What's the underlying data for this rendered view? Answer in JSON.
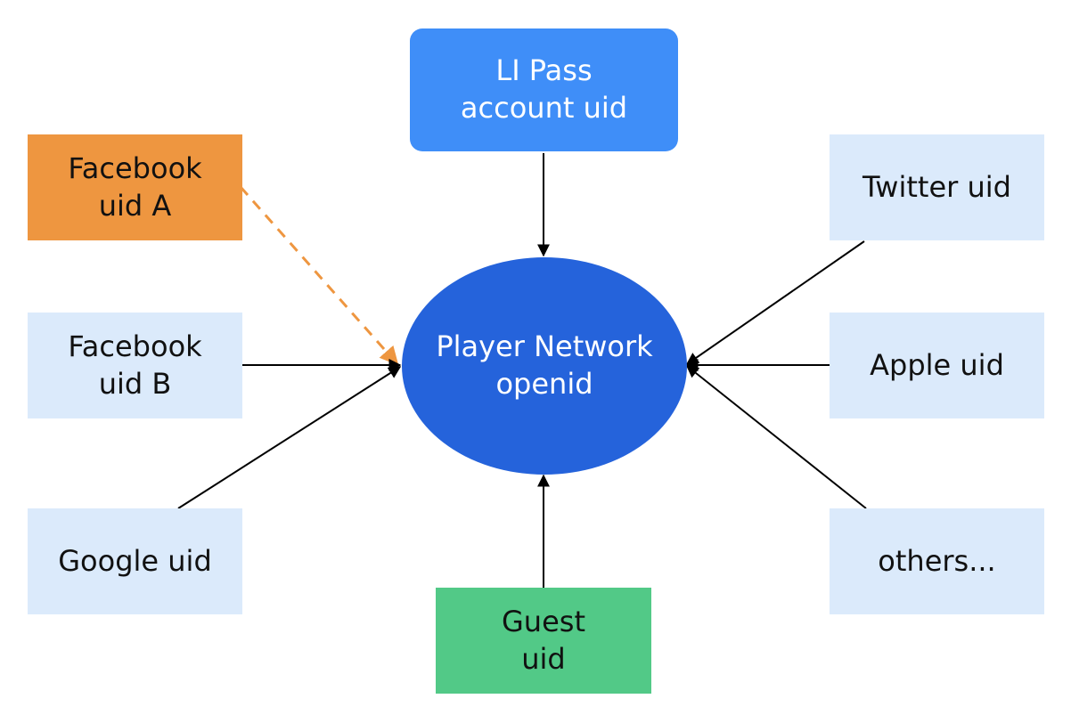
{
  "center": {
    "label": "Player Network\nopenid"
  },
  "nodes": {
    "lipass": {
      "label": "LI Pass\naccount uid"
    },
    "facebook_a": {
      "label": "Facebook\nuid A"
    },
    "facebook_b": {
      "label": "Facebook\nuid B"
    },
    "google": {
      "label": "Google uid"
    },
    "guest": {
      "label": "Guest\nuid"
    },
    "twitter": {
      "label": "Twitter uid"
    },
    "apple": {
      "label": "Apple uid"
    },
    "others": {
      "label": "others..."
    }
  },
  "colors": {
    "center": "#2563db",
    "lipass": "#3f8ef8",
    "facebook_a": "#ee9640",
    "guest": "#52c987",
    "light_box": "#dbeafb",
    "dashed_edge": "#ee9640",
    "solid_edge": "#000000"
  },
  "edges": [
    {
      "from": "lipass",
      "to": "center",
      "style": "solid"
    },
    {
      "from": "facebook_a",
      "to": "center",
      "style": "dashed"
    },
    {
      "from": "facebook_b",
      "to": "center",
      "style": "solid"
    },
    {
      "from": "google",
      "to": "center",
      "style": "solid"
    },
    {
      "from": "guest",
      "to": "center",
      "style": "solid"
    },
    {
      "from": "twitter",
      "to": "center",
      "style": "solid"
    },
    {
      "from": "apple",
      "to": "center",
      "style": "solid"
    },
    {
      "from": "others",
      "to": "center",
      "style": "solid"
    }
  ]
}
